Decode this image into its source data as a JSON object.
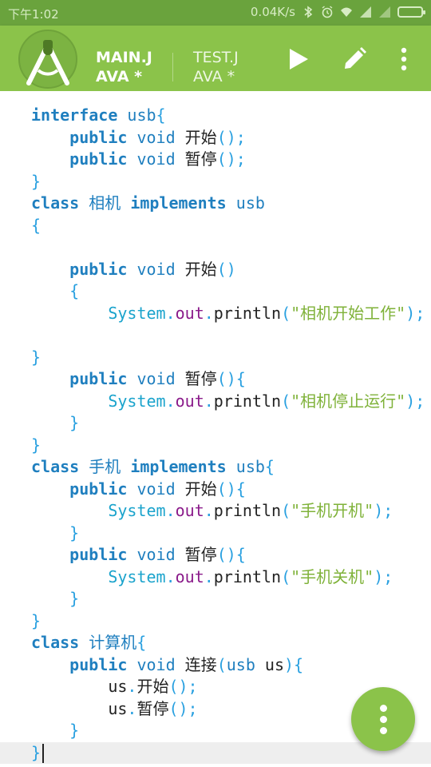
{
  "status_bar": {
    "time": "下午1:02",
    "network_speed": "0.04K/s",
    "icons": [
      "bluetooth-icon",
      "alarm-icon",
      "wifi-icon",
      "signal-icon",
      "signal-icon",
      "battery-icon"
    ]
  },
  "toolbar": {
    "tabs": [
      {
        "line1": "MAIN.J",
        "line2": "AVA *",
        "active": true
      },
      {
        "line1": "TEST.J",
        "line2": "AVA *",
        "active": false
      }
    ],
    "actions": [
      "play-icon",
      "pencil-icon",
      "more-vert-icon"
    ]
  },
  "colors": {
    "accent": "#8bc34a",
    "status_bar": "#6aa33d",
    "keyword": "#1f7fbf",
    "string": "#7fb239",
    "field": "#8a1a8a"
  },
  "code_lines": [
    [
      [
        "kw",
        "interface"
      ],
      [
        "txt",
        " "
      ],
      [
        "id",
        "usb"
      ],
      [
        "pn",
        "{"
      ]
    ],
    [
      [
        "txt",
        "    "
      ],
      [
        "kw",
        "public"
      ],
      [
        "txt",
        " "
      ],
      [
        "id",
        "void"
      ],
      [
        "txt",
        " 开始"
      ],
      [
        "pn",
        "();"
      ]
    ],
    [
      [
        "txt",
        "    "
      ],
      [
        "kw",
        "public"
      ],
      [
        "txt",
        " "
      ],
      [
        "id",
        "void"
      ],
      [
        "txt",
        " 暂停"
      ],
      [
        "pn",
        "();"
      ]
    ],
    [
      [
        "pn",
        "}"
      ]
    ],
    [
      [
        "kw",
        "class"
      ],
      [
        "txt",
        " "
      ],
      [
        "id",
        "相机"
      ],
      [
        "txt",
        " "
      ],
      [
        "kw",
        "implements"
      ],
      [
        "txt",
        " "
      ],
      [
        "id",
        "usb"
      ]
    ],
    [
      [
        "pn",
        "{"
      ]
    ],
    [],
    [
      [
        "txt",
        "    "
      ],
      [
        "kw",
        "public"
      ],
      [
        "txt",
        " "
      ],
      [
        "id",
        "void"
      ],
      [
        "txt",
        " 开始"
      ],
      [
        "pn",
        "()"
      ]
    ],
    [
      [
        "txt",
        "    "
      ],
      [
        "pn",
        "{"
      ]
    ],
    [
      [
        "txt",
        "        "
      ],
      [
        "sys",
        "System"
      ],
      [
        "pn",
        "."
      ],
      [
        "fld",
        "out"
      ],
      [
        "pn",
        "."
      ],
      [
        "txt",
        "println"
      ],
      [
        "pn",
        "("
      ],
      [
        "str",
        "\"相机开始工作\""
      ],
      [
        "pn",
        ");"
      ]
    ],
    [],
    [
      [
        "pn",
        "}"
      ]
    ],
    [
      [
        "txt",
        "    "
      ],
      [
        "kw",
        "public"
      ],
      [
        "txt",
        " "
      ],
      [
        "id",
        "void"
      ],
      [
        "txt",
        " 暂停"
      ],
      [
        "pn",
        "(){"
      ]
    ],
    [
      [
        "txt",
        "        "
      ],
      [
        "sys",
        "System"
      ],
      [
        "pn",
        "."
      ],
      [
        "fld",
        "out"
      ],
      [
        "pn",
        "."
      ],
      [
        "txt",
        "println"
      ],
      [
        "pn",
        "("
      ],
      [
        "str",
        "\"相机停止运行\""
      ],
      [
        "pn",
        ");"
      ]
    ],
    [
      [
        "txt",
        "    "
      ],
      [
        "pn",
        "}"
      ]
    ],
    [
      [
        "pn",
        "}"
      ]
    ],
    [
      [
        "kw",
        "class"
      ],
      [
        "txt",
        " "
      ],
      [
        "id",
        "手机"
      ],
      [
        "txt",
        " "
      ],
      [
        "kw",
        "implements"
      ],
      [
        "txt",
        " "
      ],
      [
        "id",
        "usb"
      ],
      [
        "pn",
        "{"
      ]
    ],
    [
      [
        "txt",
        "    "
      ],
      [
        "kw",
        "public"
      ],
      [
        "txt",
        " "
      ],
      [
        "id",
        "void"
      ],
      [
        "txt",
        " 开始"
      ],
      [
        "pn",
        "(){"
      ]
    ],
    [
      [
        "txt",
        "        "
      ],
      [
        "sys",
        "System"
      ],
      [
        "pn",
        "."
      ],
      [
        "fld",
        "out"
      ],
      [
        "pn",
        "."
      ],
      [
        "txt",
        "println"
      ],
      [
        "pn",
        "("
      ],
      [
        "str",
        "\"手机开机\""
      ],
      [
        "pn",
        ");"
      ]
    ],
    [
      [
        "txt",
        "    "
      ],
      [
        "pn",
        "}"
      ]
    ],
    [
      [
        "txt",
        "    "
      ],
      [
        "kw",
        "public"
      ],
      [
        "txt",
        " "
      ],
      [
        "id",
        "void"
      ],
      [
        "txt",
        " 暂停"
      ],
      [
        "pn",
        "(){"
      ]
    ],
    [
      [
        "txt",
        "        "
      ],
      [
        "sys",
        "System"
      ],
      [
        "pn",
        "."
      ],
      [
        "fld",
        "out"
      ],
      [
        "pn",
        "."
      ],
      [
        "txt",
        "println"
      ],
      [
        "pn",
        "("
      ],
      [
        "str",
        "\"手机关机\""
      ],
      [
        "pn",
        ");"
      ]
    ],
    [
      [
        "txt",
        "    "
      ],
      [
        "pn",
        "}"
      ]
    ],
    [
      [
        "pn",
        "}"
      ]
    ],
    [
      [
        "kw",
        "class"
      ],
      [
        "txt",
        " "
      ],
      [
        "id",
        "计算机"
      ],
      [
        "pn",
        "{"
      ]
    ],
    [
      [
        "txt",
        "    "
      ],
      [
        "kw",
        "public"
      ],
      [
        "txt",
        " "
      ],
      [
        "id",
        "void"
      ],
      [
        "txt",
        " 连接"
      ],
      [
        "pn",
        "("
      ],
      [
        "id",
        "usb"
      ],
      [
        "txt",
        " us"
      ],
      [
        "pn",
        "){"
      ]
    ],
    [
      [
        "txt",
        "        us"
      ],
      [
        "pn",
        "."
      ],
      [
        "txt",
        "开始"
      ],
      [
        "pn",
        "();"
      ]
    ],
    [
      [
        "txt",
        "        us"
      ],
      [
        "pn",
        "."
      ],
      [
        "txt",
        "暂停"
      ],
      [
        "pn",
        "();"
      ]
    ],
    [
      [
        "txt",
        "    "
      ],
      [
        "pn",
        "}"
      ]
    ],
    [
      [
        "pn",
        "}"
      ]
    ]
  ],
  "cursor_line": 29
}
